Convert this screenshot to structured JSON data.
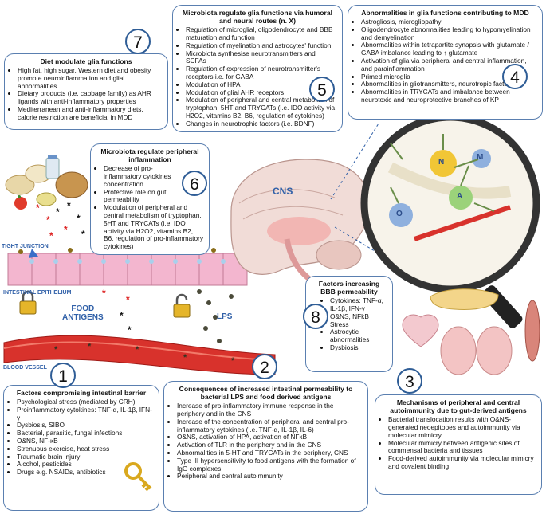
{
  "colors": {
    "box_border": "#5a7fb0",
    "label_blue": "#3060a8",
    "epithelium": "#f3b6cf",
    "vessel": "#d8322c"
  },
  "box7": {
    "number": "7",
    "title": "Diet modulate glia functions",
    "items": [
      "High fat, high sugar, Western diet and obesity promote neuroinflammation and glial abnormalities",
      "Dietary products (i.e. cabbage family) as AHR ligands with anti-inflammatory properties",
      "Mediterranean and anti-inflammatory diets, calorie restriction are beneficial in MDD"
    ]
  },
  "box5": {
    "number": "5",
    "title": "Microbiota regulate glia functions via humoral and neural routes (n. X)",
    "items": [
      "Regulation of microglial, oligodendrocyte and BBB maturation and function",
      "Regulation of myelination and astrocytes' function",
      "Microbiota synthesise neurotransmitters and SCFAs",
      "Regulation of expression of neurotransmitter's receptors i.e. for GABA",
      "Modulation of HPA",
      "Modulation of glial AHR receptors",
      "Modulation of peripheral and central metabolism of tryptophan, 5HT and TRYCATs (i.e. IDO activity via H2O2, vitamins B2, B6, regulation of cytokines)",
      "Changes in neurotrophic factors (i.e. BDNF)"
    ]
  },
  "box4": {
    "number": "4",
    "title": "Abnormalities in glia functions contributing to MDD",
    "items": [
      "Astrogliosis, microgliopathy",
      "Oligodendrocyte abnormalities leading to hypomyelination and demyelination",
      "Abnormalities within tetrapartite synapsis with glutamate / GABA imbalance leading to ↑ glutamate",
      "Activation of glia via peripheral and central inflammation, and parainflammation",
      "Primed microglia",
      "Abnormalities in gliotransmitters, neurotropic factors",
      "Abnormalities in TRYCATs and imbalance between neurotoxic and neuroprotective branches of KP"
    ]
  },
  "box6": {
    "number": "6",
    "title": "Microbiota regulate peripheral inflammation",
    "items": [
      "Decrease of pro-inflammatory cytokines concentration",
      "Protective role on gut permeability",
      "Modulation of peripheral and central metabolism of tryptophan, 5HT and TRYCATs (i.e. IDO activity via H2O2, vitamins B2, B6, regulation of pro-inflammatory cytokines)"
    ]
  },
  "box8": {
    "number": "8",
    "title": "Factors increasing BBB permeability",
    "items": [
      "Cytokines: TNF-α, IL-1β, IFN-γ",
      "O&NS, NFkB",
      "Stress",
      "Astrocytic abnormalities",
      "Dysbiosis"
    ]
  },
  "box1": {
    "number": "1",
    "title": "Factors compromising intestinal barrier",
    "items": [
      "Psychological stress (mediated by CRH)",
      "Proinflammatory cytokines: TNF-α, IL-1β, IFN-γ",
      "Dysbiosis, SIBO",
      "Bacterial, parasitic, fungal infections",
      "O&NS, NF-κB",
      "Strenuous exercise, heat stress",
      "Traumatic brain injury",
      "Alcohol, pesticides",
      "Drugs e.g. NSAIDs, antibiotics"
    ]
  },
  "box2": {
    "number": "2",
    "title": "Consequences of increased intestinal permeability to bacterial LPS and food derived antigens",
    "items": [
      "Increase of pro-inflammatory immune response in the periphery and in the CNS",
      "Increase of the concentration of peripheral and central pro-inflammatory cytokines (i.e. TNF-α, IL-1β, IL-6)",
      "O&NS, activation of HPA, activation of NFκB",
      "Activation of TLR in the periphery and in the CNS",
      "Abnormalities in 5-HT and TRYCATs in the periphery, CNS",
      "Type III hypersensitivity to food antigens with the formation of IgG complexes",
      "Peripheral and central autoimmunity"
    ]
  },
  "box3": {
    "number": "3",
    "title": "Mechanisms of peripheral and central autoimmunity due to gut-derived antigens",
    "items": [
      "Bacterial translocation results with O&NS-generated neoepitopes and autoimmunity via molecular mimicry",
      "Molecular mimicry between antigenic sites of commensal bacteria and tissues",
      "Food-derived autoimmunity via molecular mimicry and covalent binding"
    ]
  },
  "labels": {
    "cns": "CNS",
    "tight_junction": "TIGHT JUNCTION",
    "epithelium": "INTESTINAL EPITHELIUM",
    "food_antigens": "FOOD\nANTIGENS",
    "lps": "LPS",
    "blood_vessel": "BLOOD VESSEL",
    "cell_n": "N",
    "cell_m": "M",
    "cell_a": "A",
    "cell_o": "O"
  }
}
